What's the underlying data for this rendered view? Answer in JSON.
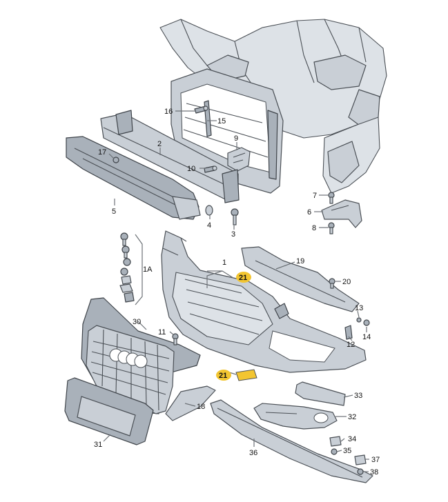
{
  "callouts": {
    "c1": "1",
    "c1a": "1A",
    "c2": "2",
    "c3": "3",
    "c4": "4",
    "c5": "5",
    "c6": "6",
    "c7": "7",
    "c8": "8",
    "c9": "9",
    "c10": "10",
    "c11": "11",
    "c12": "12",
    "c13": "13",
    "c14": "14",
    "c15": "15",
    "c16": "16",
    "c17": "17",
    "c18": "18",
    "c19": "19",
    "c20": "20",
    "c21a": "21",
    "c21b": "21",
    "c30": "30",
    "c31": "31",
    "c32": "32",
    "c33": "33",
    "c34": "34",
    "c35": "35",
    "c36": "36",
    "c37": "37",
    "c38": "38"
  },
  "colors": {
    "highlight": "#f2c531",
    "part_fill": "#c9cfd6",
    "outline": "#4a4f55"
  }
}
